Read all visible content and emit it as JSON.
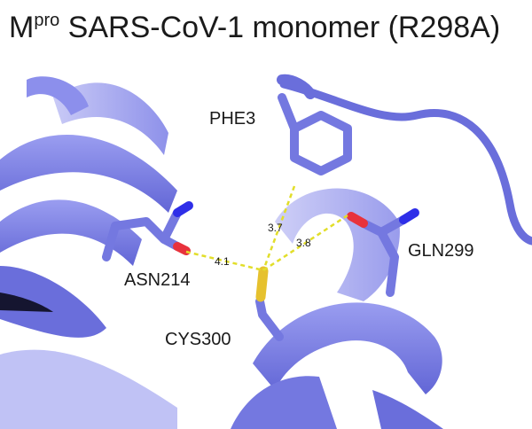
{
  "title": {
    "prefix": "M",
    "superscript": "pro",
    "rest": " SARS-CoV-1 monomer (R298A)"
  },
  "residues": {
    "phe3": "PHE3",
    "asn214": "ASN214",
    "gln299": "GLN299",
    "cys300": "CYS300"
  },
  "distances": {
    "cys_asn": "4.1",
    "cys_phe": "3.7",
    "cys_gln": "3.8"
  },
  "colors": {
    "ribbon": "#7B7FE6",
    "ribbon_dark": "#5B5FC7",
    "ribbon_light": "#B7B9F2",
    "oxygen": "#E8323C",
    "nitrogen": "#2E2EE8",
    "sulfur": "#E6C12E",
    "hbond": "#E2DE2A"
  }
}
